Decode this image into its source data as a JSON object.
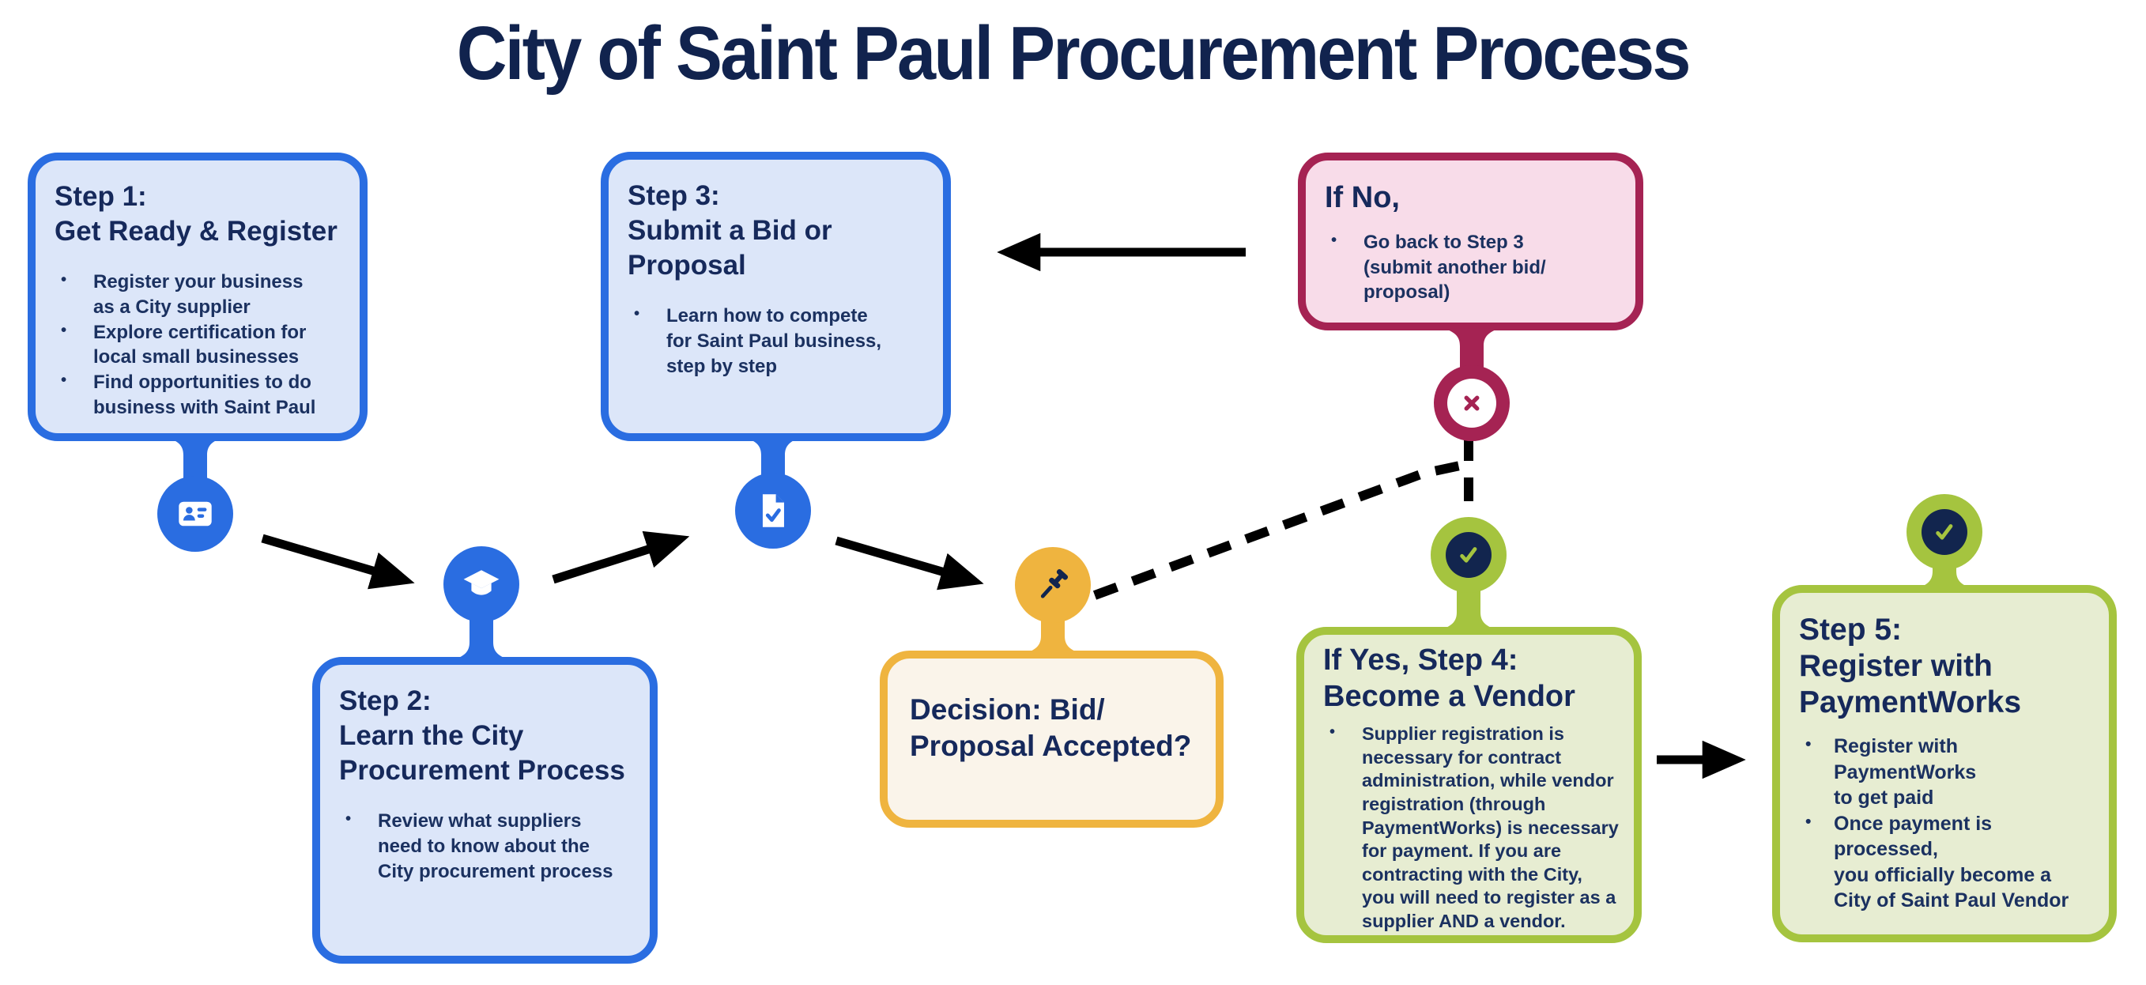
{
  "title": "City of Saint Paul Procurement Process",
  "cards": {
    "step1": {
      "title": "Step 1:\nGet Ready & Register",
      "bullets": [
        "Register your business\nas a City supplier",
        "Explore certification for\nlocal small businesses",
        "Find opportunities to do\nbusiness with Saint Paul"
      ],
      "icon": "id-card-icon"
    },
    "step2": {
      "title": "Step 2:\nLearn the City\nProcurement Process",
      "bullets": [
        "Review what suppliers\nneed to know about the\nCity procurement process"
      ],
      "icon": "graduation-cap-icon"
    },
    "step3": {
      "title": "Step 3:\nSubmit a Bid or\nProposal",
      "bullets": [
        "Learn how to compete\nfor Saint Paul business,\nstep by step"
      ],
      "icon": "document-check-icon"
    },
    "decision": {
      "title": "Decision: Bid/\nProposal Accepted?",
      "icon": "gavel-icon"
    },
    "if_no": {
      "title": "If No,",
      "bullets": [
        "Go back to Step 3\n(submit another bid/\nproposal)"
      ],
      "icon": "x-mark-icon"
    },
    "step4": {
      "title": "If Yes, Step 4:\nBecome a Vendor",
      "bullets": [
        "Supplier registration is\nnecessary for contract\nadministration, while vendor\nregistration (through\nPaymentWorks) is necessary\nfor payment. If you are\ncontracting with the City,\nyou will need to register as a\nsupplier AND a vendor."
      ],
      "icon": "check-mark-icon"
    },
    "step5": {
      "title": "Step 5:\nRegister with\nPaymentWorks",
      "bullets": [
        "Register with PaymentWorks\nto get paid",
        "Once payment is processed,\nyou officially become a\nCity of Saint Paul Vendor"
      ],
      "icon": "check-mark-icon"
    }
  },
  "colors": {
    "title_navy": "#11234E",
    "navy_text": "#16295B",
    "blue": "#2A6DE1",
    "blue_fill": "#DCE6F9",
    "crimson": "#A52353",
    "pink_fill": "#F8DCE9",
    "amber": "#EFB43F",
    "cream_fill": "#FAF4EA",
    "green": "#A5C43F",
    "green_fill": "#E7EDD2",
    "arrow_black": "#000000"
  }
}
